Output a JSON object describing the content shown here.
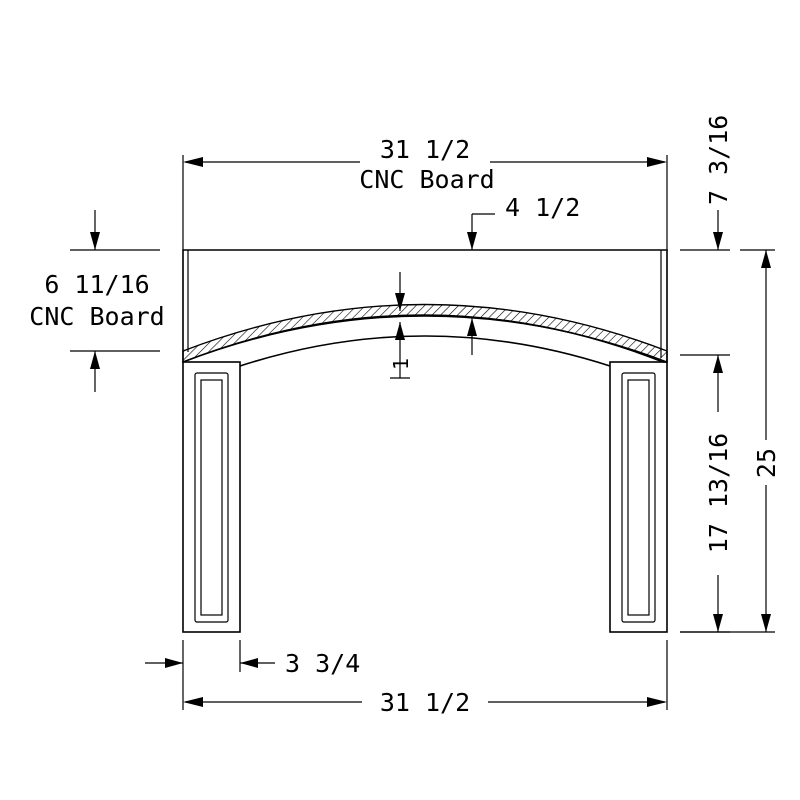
{
  "dimensions": {
    "top_width": "31 1/2",
    "top_width_note": "CNC Board",
    "arch_rise": "4 1/2",
    "left_height": "6 11/16",
    "left_height_note": "CNC Board",
    "right_top_height": "7 3/16",
    "right_leg_height": "17 13/16",
    "overall_height": "25",
    "leg_width": "3 3/4",
    "bottom_width": "31 1/2",
    "arch_thickness": "1"
  }
}
